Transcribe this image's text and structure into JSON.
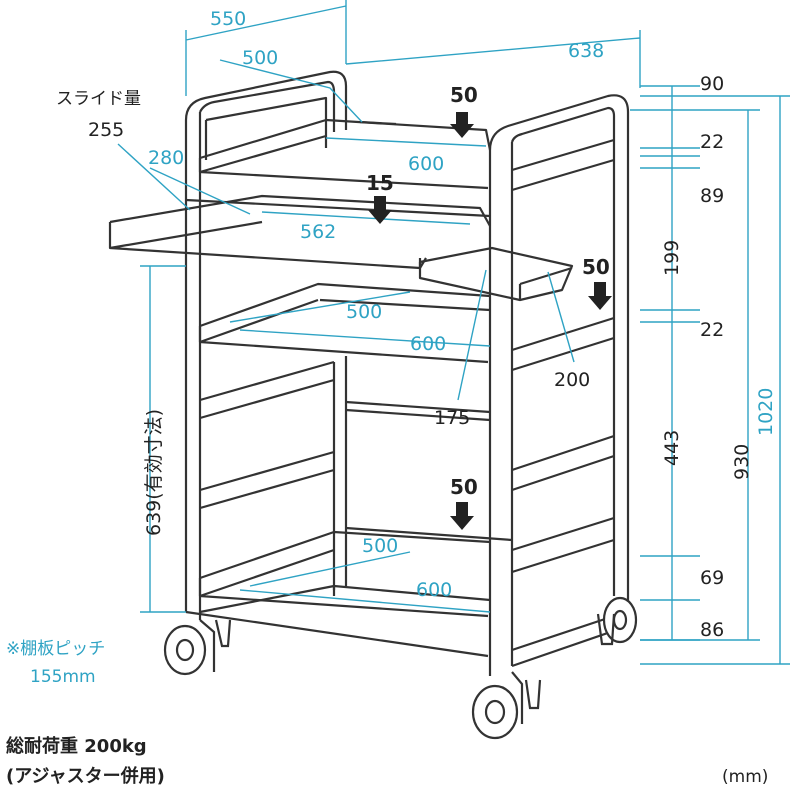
{
  "unit": "(mm)",
  "total_load": {
    "line1": "総耐荷重  200kg",
    "line2": "(アジャスター併用)"
  },
  "shelf_pitch": {
    "line1": "※棚板ピッチ",
    "line2": "155mm"
  },
  "slide_label": "スライド量",
  "dimensions": {
    "top_width": "550",
    "depth": "638",
    "top_shelf_depth": "500",
    "top_shelf_width": "600",
    "slide_amount": "255",
    "slide_shelf_depth": "280",
    "slide_shelf_width": "562",
    "side_shelf_width": "200",
    "side_shelf_depth": "175",
    "mid_shelf_depth": "500",
    "mid_shelf_width": "600",
    "bottom_shelf_depth": "500",
    "bottom_shelf_width": "600",
    "effective_height": "639(有効寸法)",
    "h_90": "90",
    "h_22a": "22",
    "h_89": "89",
    "h_199": "199",
    "h_22b": "22",
    "h_443": "443",
    "h_69": "69",
    "h_86": "86",
    "h_930": "930",
    "h_1020": "1020"
  },
  "loads": {
    "top": "50",
    "slide": "15",
    "side": "50",
    "bottom": "50"
  },
  "colors": {
    "dimension": "#2fa3c4",
    "line_art": "#333333",
    "text": "#222222"
  }
}
